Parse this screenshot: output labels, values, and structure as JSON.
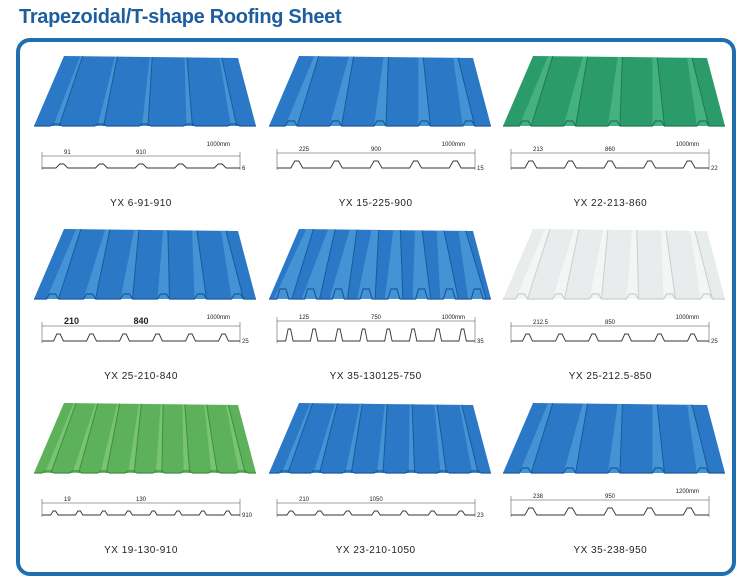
{
  "title": "Trapezoidal/T-shape Roofing Sheet",
  "colors": {
    "title": "#1f5e9e",
    "frame": "#1f6fb0",
    "blue": "#2b78c7",
    "blue_light": "#4b9ad8",
    "blue_dark": "#1a5a9c",
    "green": "#2c9b6a",
    "green_light": "#4bb686",
    "green_dark": "#1e7a50",
    "lightgreen": "#5cb15a",
    "lightgreen_light": "#7fc97a",
    "lightgreen_dark": "#3f8f3e",
    "white": "#e8ecec",
    "white_light": "#f6f8f8",
    "white_dark": "#c9cfcf"
  },
  "products": [
    {
      "model": "YX 6-91-910",
      "color": "blue",
      "length_label": "1000mm",
      "dimensions": [
        "91",
        "910",
        "6"
      ]
    },
    {
      "model": "YX 15-225-900",
      "color": "blue",
      "length_label": "1000mm",
      "dimensions": [
        "225",
        "900",
        "15"
      ]
    },
    {
      "model": "YX 22-213-860",
      "color": "green",
      "length_label": "1000mm",
      "dimensions": [
        "213",
        "860",
        "22"
      ]
    },
    {
      "model": "YX 25-210-840",
      "color": "blue",
      "length_label": "1000mm",
      "dimensions": [
        "210",
        "840",
        "25"
      ]
    },
    {
      "model": "YX 35-130125-750",
      "color": "blue",
      "length_label": "1000mm",
      "dimensions": [
        "125",
        "750",
        "35"
      ]
    },
    {
      "model": "YX 25-212.5-850",
      "color": "white",
      "length_label": "1000mm",
      "dimensions": [
        "212.5",
        "850",
        "25"
      ]
    },
    {
      "model": "YX 19-130-910",
      "color": "lightgreen",
      "length_label": "",
      "dimensions": [
        "19",
        "130",
        "910"
      ]
    },
    {
      "model": "YX 23-210-1050",
      "color": "blue",
      "length_label": "",
      "dimensions": [
        "210",
        "1050",
        "23"
      ]
    },
    {
      "model": "YX 35-238-950",
      "color": "blue",
      "length_label": "1200mm",
      "dimensions": [
        "238",
        "950"
      ]
    }
  ]
}
